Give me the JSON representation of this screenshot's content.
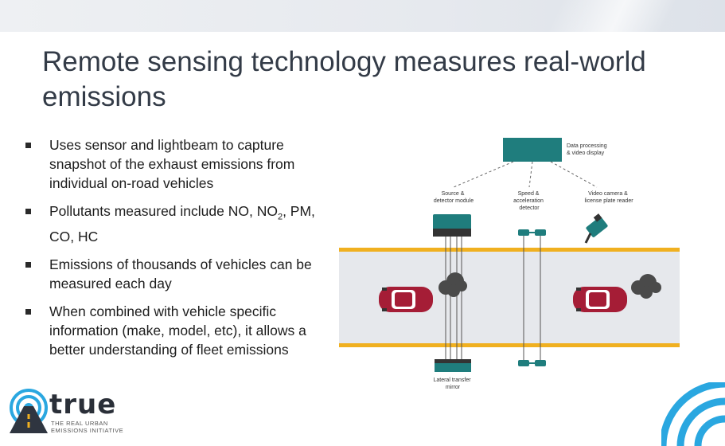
{
  "title": "Remote sensing technology measures real-world emissions",
  "bullets": [
    {
      "text": "Uses sensor and lightbeam to capture snapshot of the exhaust emissions from individual on-road vehicles"
    },
    {
      "text_prefix": "Pollutants measured include NO, NO",
      "subscript": "2",
      "text_suffix": ", PM, CO, HC"
    },
    {
      "text": "Emissions of thousands of vehicles can be measured each day"
    },
    {
      "text": "When combined with vehicle specific information (make, model, etc), it allows a better understanding of fleet emissions"
    }
  ],
  "diagram": {
    "data_box_label": [
      "Data processing",
      "& video display"
    ],
    "source_label": [
      "Source &",
      "detector module"
    ],
    "speed_label": [
      "Speed &",
      "acceleration",
      "detector"
    ],
    "camera_label": [
      "Video camera &",
      "license plate reader"
    ],
    "mirror_label": [
      "Lateral transfer",
      "mirror"
    ]
  },
  "logo": {
    "word": "true",
    "tagline": [
      "THE REAL URBAN",
      "EMISSIONS INITIATIVE"
    ]
  },
  "colors": {
    "teal": "#1f7d7d",
    "road": "#e6e8ec",
    "road_edge": "#f0b020",
    "car": "#a51d36",
    "smoke": "#4a4a4a",
    "corner_blue": "#2aa7e0"
  }
}
